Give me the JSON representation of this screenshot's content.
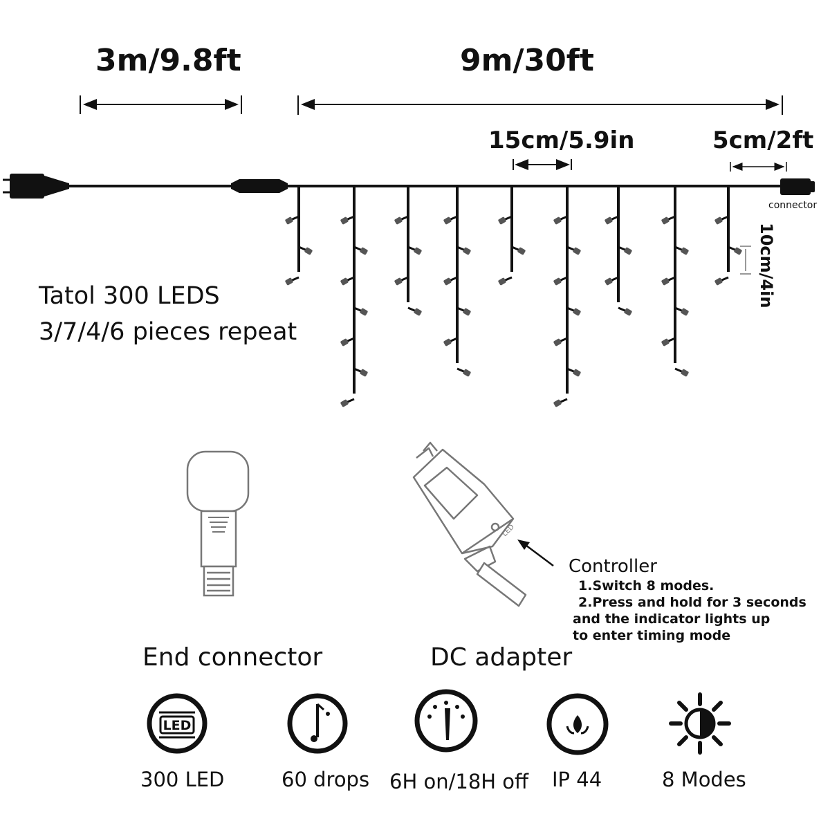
{
  "dimensions": {
    "lead_length": "3m/9.8ft",
    "string_length": "9m/30ft",
    "drop_spacing": "15cm/5.9in",
    "end_length": "5cm/2ft",
    "bulb_spacing": "10cm/4in"
  },
  "labels": {
    "connector": "connector",
    "summary_line1": "Tatol 300 LEDS",
    "summary_line2": "3/7/4/6 pieces repeat",
    "end_connector": "End connector",
    "dc_adapter": "DC  adapter",
    "controller_title": "Controller",
    "controller_step1": "1.Switch 8 modes.",
    "controller_step2": "2.Press and hold for 3 seconds",
    "controller_step2b": "and the indicator lights up",
    "controller_step2c": "to enter timing mode"
  },
  "features": [
    {
      "icon": "led-icon",
      "label": "300 LED",
      "icon_text": "LED"
    },
    {
      "icon": "drops-icon",
      "label": "60 drops"
    },
    {
      "icon": "timer-gauge-icon",
      "label": "6H on/18H off"
    },
    {
      "icon": "waterproof-icon",
      "label": "IP 44"
    },
    {
      "icon": "modes-sun-icon",
      "label": "8 Modes"
    }
  ],
  "drop_pattern": [
    3,
    7,
    4,
    6
  ],
  "colors": {
    "line": "#111111",
    "accent_red": "#c0392b"
  }
}
